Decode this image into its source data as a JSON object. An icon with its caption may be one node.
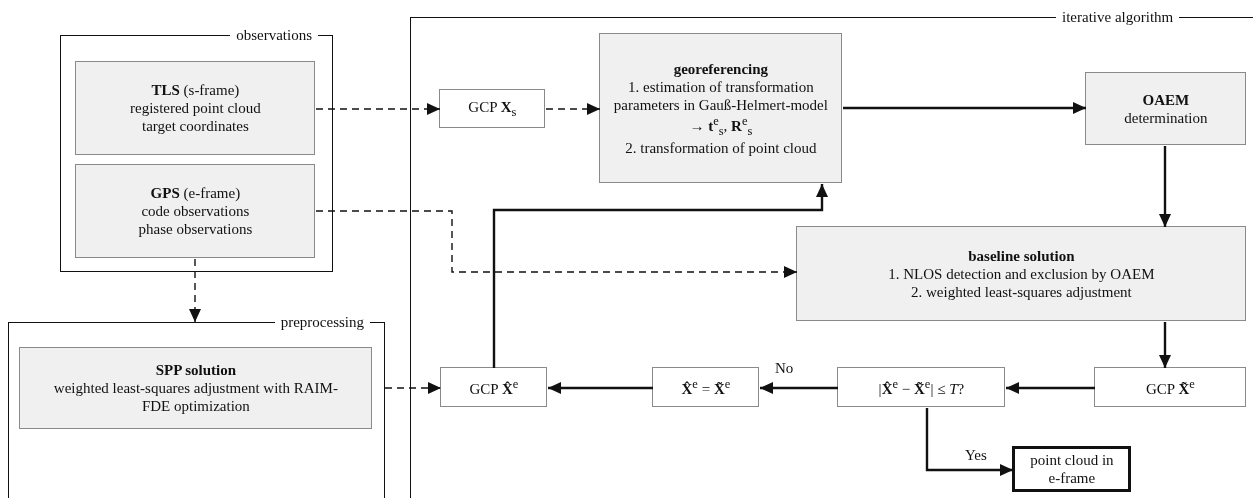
{
  "diagram": {
    "nodes": [
      {
        "text": [
          "observations"
        ]
      },
      {
        "text": [
          "**TLS** (s-frame)",
          "registered point cloud",
          "target coordinates"
        ],
        "in": 0
      },
      {
        "text": [
          "**GPS** (e-frame)",
          "code observations",
          "phase observations"
        ],
        "in": 0
      },
      {
        "text": [
          "preprocessing"
        ]
      },
      {
        "text": [
          "SPP solution",
          "weighted least-squares adjustment with RAIM-FDE optimization"
        ],
        "in": 3
      },
      {
        "text": [
          "iterative algorithm"
        ]
      },
      {
        "text": [
          "GCP **X**$_{s}$"
        ],
        "in": 5
      },
      {
        "text": [
          "georeferencing",
          "1. estimation of transformation parameters in Gauß-Helmert-model",
          "→ **t**$^{e}$$_{s}$, **R**$^{e}$$_{s}$",
          "2. transformation of point cloud"
        ],
        "in": 5
      },
      {
        "text": [
          "OAEM",
          "determination"
        ],
        "in": 5
      },
      {
        "text": [
          "baseline solution",
          "1. NLOS detection and exclusion by OAEM",
          "2. weighted least-squares adjustment"
        ],
        "in": 5
      },
      {
        "text": [
          "GCP **X̂**$^{e}$"
        ],
        "in": 5
      },
      {
        "text": [
          "**X̂**$^{e}$ = **X̃**$^{e}$"
        ],
        "in": 5
      },
      {
        "text": [
          "|**X̂**$^{e}$ − **X̃**$^{e}$| ≤ *T*?"
        ],
        "in": 5
      },
      {
        "text": [
          "GCP **X̃**$^{e}$"
        ],
        "in": 5
      },
      {
        "text": [
          "point cloud in e-frame"
        ],
        "in": 5
      }
    ],
    "edges": [
      {
        "from": 1,
        "to": 6,
        "arrow": "to",
        "style": "dashed"
      },
      {
        "from": 6,
        "to": 7,
        "arrow": "to",
        "style": "dashed"
      },
      {
        "from": 7,
        "to": 8,
        "arrow": "to"
      },
      {
        "from": 8,
        "to": 9,
        "arrow": "to"
      },
      {
        "from": 2,
        "to": 9,
        "arrow": "to",
        "style": "dashed"
      },
      {
        "from": 2,
        "to": 3,
        "arrow": "to",
        "style": "dashed"
      },
      {
        "from": 3,
        "to": 10,
        "arrow": "to",
        "style": "dashed"
      },
      {
        "from": 9,
        "to": 13,
        "arrow": "to"
      },
      {
        "from": 13,
        "to": 12,
        "arrow": "to"
      },
      {
        "from": 12,
        "to": 11,
        "arrow": "to",
        "label": "No"
      },
      {
        "from": 11,
        "to": 10,
        "arrow": "to"
      },
      {
        "from": 10,
        "to": 7,
        "arrow": "to"
      },
      {
        "from": 12,
        "to": 14,
        "arrow": "to",
        "label": "Yes"
      }
    ]
  }
}
